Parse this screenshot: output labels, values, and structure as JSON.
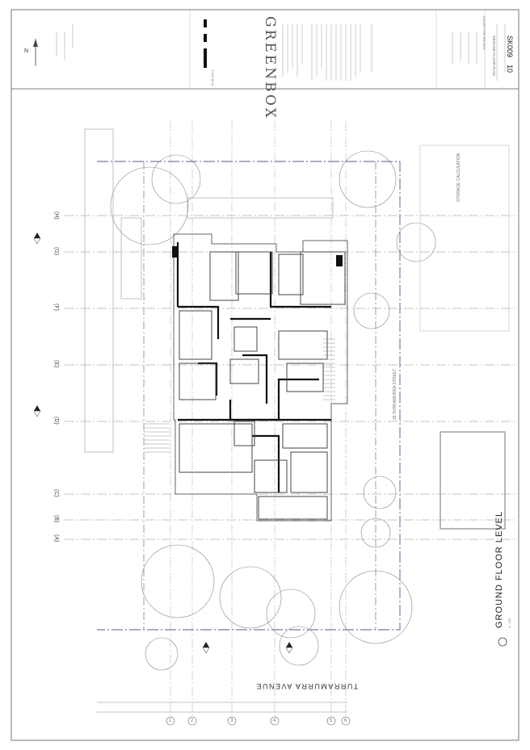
{
  "title_block": {
    "north": "N",
    "company": "GREENBOX",
    "scale_note": "1:100 @ A1",
    "sheet_title": "GROUND FLOOR PLAN",
    "drawing_no": "SK009",
    "revision": "10",
    "doc_status": "ISSUED FOR REVIEW"
  },
  "plan": {
    "level_title": "GROUND FLOOR LEVEL",
    "level_scale": "1 : 100",
    "street_bottom": "TURRAMURRA AVENUE",
    "street_right": "28 TURRAMURRA STREET",
    "calc_title": "STORAGE CALCULATION",
    "grid_letters": [
      "(H)",
      "(G)",
      "(F)",
      "(E)",
      "(D)",
      "(C)",
      "(B)",
      "(A)"
    ],
    "grid_numbers": [
      "1",
      "2",
      "3",
      "4",
      "5",
      "6"
    ]
  }
}
